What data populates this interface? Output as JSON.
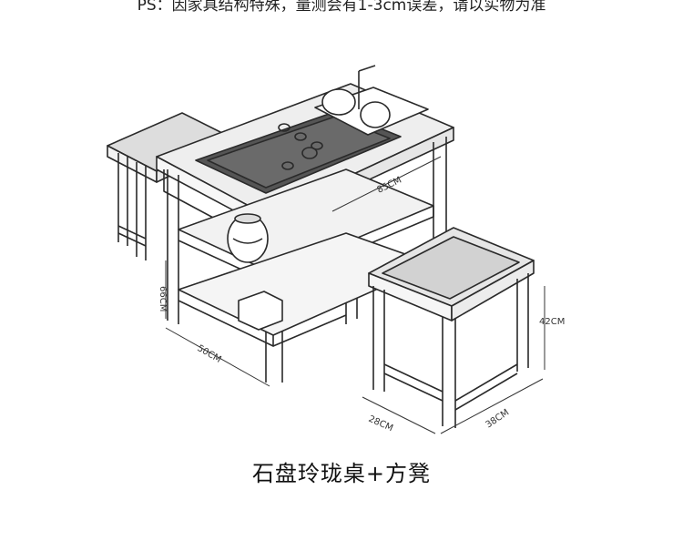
{
  "header": {
    "note": "PS：因家具结构特殊，量测会有1-3cm误差，请以实物为准"
  },
  "dimensions": {
    "table_depth": "85CM",
    "table_height": "66CM",
    "table_width": "50CM",
    "stool_height": "42CM",
    "stool_depth": "28CM",
    "stool_width": "38CM"
  },
  "caption": "石盘玲珑桌+方凳"
}
